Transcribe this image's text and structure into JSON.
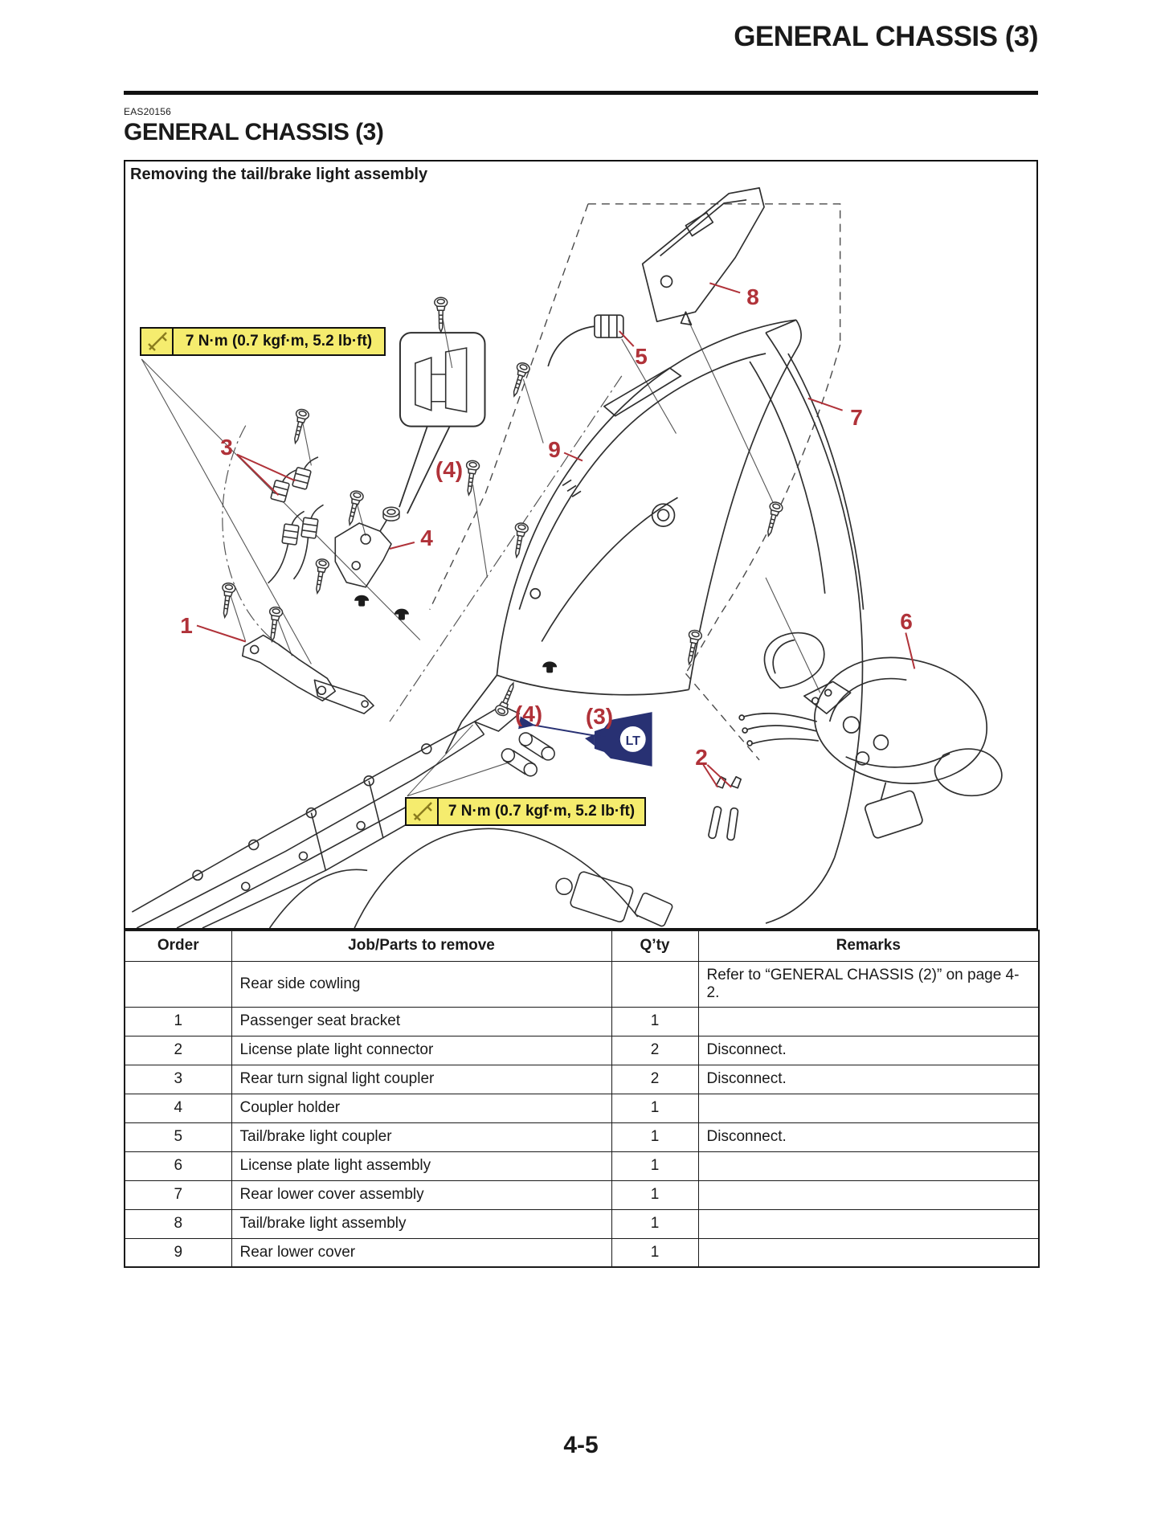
{
  "page": {
    "running_header": "GENERAL CHASSIS (3)",
    "doc_code": "EAS20156",
    "section_title": "GENERAL CHASSIS (3)",
    "page_number": "4-5"
  },
  "figure": {
    "caption": "Removing the tail/brake light assembly",
    "torque_note_top": "7 N·m (0.7 kgf·m, 5.2 lb·ft)",
    "torque_note_bottom": "7 N·m (0.7 kgf·m, 5.2 lb·ft)",
    "adhesive_badge": "LT",
    "callouts": [
      {
        "label": "1"
      },
      {
        "label": "2"
      },
      {
        "label": "3"
      },
      {
        "label": "4"
      },
      {
        "label": "5"
      },
      {
        "label": "6"
      },
      {
        "label": "7"
      },
      {
        "label": "8"
      },
      {
        "label": "9"
      },
      {
        "label": "(4)"
      },
      {
        "label": "(4)"
      },
      {
        "label": "(3)"
      }
    ],
    "colors": {
      "callout_red": "#b03239",
      "torque_yellow": "#f5ec6e",
      "adhesive_navy": "#283173"
    }
  },
  "table": {
    "headers": {
      "order": "Order",
      "job": "Job/Parts to remove",
      "qty": "Q’ty",
      "remarks": "Remarks"
    },
    "rows": [
      {
        "order": "",
        "job": "Rear side cowling",
        "qty": "",
        "remarks": "Refer to “GENERAL CHASSIS (2)” on page 4-2."
      },
      {
        "order": "1",
        "job": "Passenger seat bracket",
        "qty": "1",
        "remarks": ""
      },
      {
        "order": "2",
        "job": "License plate light connector",
        "qty": "2",
        "remarks": "Disconnect."
      },
      {
        "order": "3",
        "job": "Rear turn signal light coupler",
        "qty": "2",
        "remarks": "Disconnect."
      },
      {
        "order": "4",
        "job": "Coupler holder",
        "qty": "1",
        "remarks": ""
      },
      {
        "order": "5",
        "job": "Tail/brake light coupler",
        "qty": "1",
        "remarks": "Disconnect."
      },
      {
        "order": "6",
        "job": "License plate light assembly",
        "qty": "1",
        "remarks": ""
      },
      {
        "order": "7",
        "job": "Rear lower cover assembly",
        "qty": "1",
        "remarks": ""
      },
      {
        "order": "8",
        "job": "Tail/brake light assembly",
        "qty": "1",
        "remarks": ""
      },
      {
        "order": "9",
        "job": "Rear lower cover",
        "qty": "1",
        "remarks": ""
      }
    ]
  }
}
